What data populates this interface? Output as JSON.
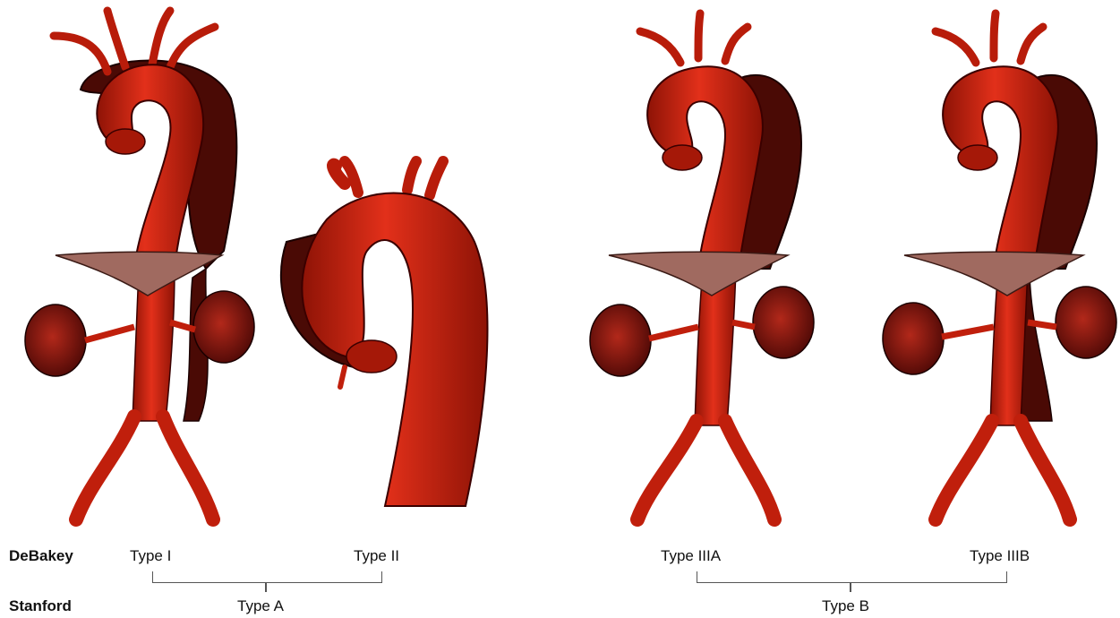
{
  "classification_rows": {
    "debakey": "DeBakey",
    "stanford": "Stanford"
  },
  "debakey_types": {
    "type_i": "Type I",
    "type_ii": "Type II",
    "type_iiia": "Type IIIA",
    "type_iiib": "Type IIIB"
  },
  "stanford_types": {
    "type_a": "Type A",
    "type_b": "Type B"
  },
  "colors": {
    "aorta": "#c81e0a",
    "false_lumen": "#4a0a05",
    "kidney": "#8a1a10",
    "diaphragm": "#a06a60"
  }
}
